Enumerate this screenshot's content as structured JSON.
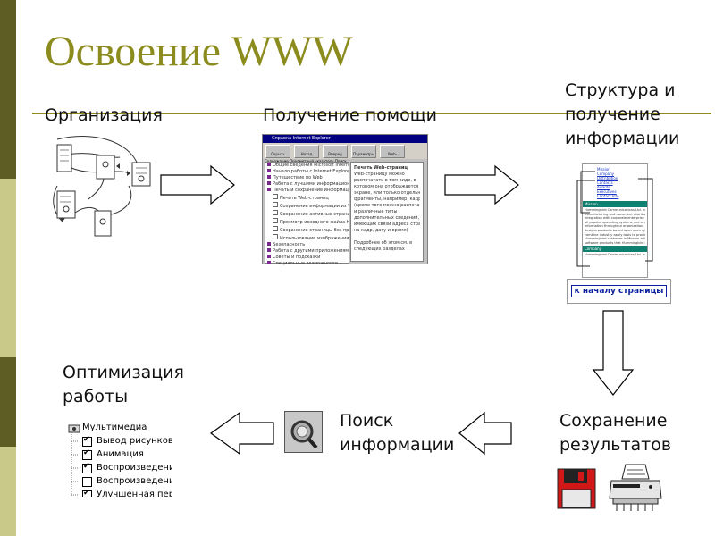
{
  "title": "Освоение WWW",
  "labels": {
    "organization": "Организация",
    "help": "Получение помощи",
    "structure": [
      "Структура и",
      "получение",
      "информации"
    ],
    "optimization": [
      "Оптимизация",
      "работы"
    ],
    "search": [
      "Поиск",
      "информации"
    ],
    "save": [
      "Сохранение",
      "результатов"
    ]
  },
  "help_window": {
    "title": "Справка Internet Explorer",
    "tools": [
      "Скрыть",
      "Назад",
      "Вперед",
      "Параметры",
      "Web-"
    ],
    "tabs": "Содержание  Предметный указатель  Поиск",
    "tree": [
      "Общие сведения Microsoft Internet Explorer",
      "Начало работы с Internet Explorer",
      "Путешествие по Web",
      "Работа с лучшими информационными материалами",
      "Печать и сохранение информации",
      "Печать Web-страниц",
      "Сохранение информации из Web-страниц",
      "Сохранение активных страниц",
      "Просмотр исходного файла HTML стр",
      "Сохранение страницы без предварите",
      "Использование изображения в качест",
      "Безопасность",
      "Работа с другими приложениями",
      "Советы и подсказки",
      "Специальные возможности"
    ],
    "article_title": "Печать Web-страниц",
    "article_text": [
      "Web-страницу можно",
      "распечатать в том виде, в",
      "котором она отображается на",
      "экране, или только отдельные ее",
      "фрагменты, например, кадры",
      "(кроме того можно распечатать",
      "и различные типы",
      "дополнительных сведений, не",
      "имеющих связи адреса страницы,",
      "на кадр, дату и время)",
      "",
      "Подробнее об этом см. в",
      "следующих разделах"
    ]
  },
  "structure_page": {
    "links": [
      "Mission",
      "Company",
      "Distribution",
      "Contacts",
      "Awards",
      "Executives",
      "Contact Info"
    ],
    "band1": "Mission",
    "text1": [
      "Hummingbird Communications Ltd. is ou",
      "manufacturing and document distribution",
      "integration with corporate enterprise netw",
      "all popular operating systems and across",
      "information throughout organization. Hum",
      "designs products based upon open system",
      "combine industry apply tools to provide",
      "Hummingbird customer in Mission with th",
      "software products that Hummingbird comb"
    ],
    "band2": "Company",
    "text2": [
      "Hummingbird Communications Ltd. is a"
    ],
    "top_button": "к началу страницы"
  },
  "multimedia": {
    "header": "Мультимедиа",
    "items": [
      {
        "label": "Вывод рисунков",
        "checked": true
      },
      {
        "label": "Анимация",
        "checked": true
      },
      {
        "label": "Воспроизведение звуков",
        "checked": true
      },
      {
        "label": "Воспроизведение видео",
        "checked": false
      },
      {
        "label": "Улучшенная передача",
        "checked": true
      }
    ]
  },
  "icons": [
    "documents-network-icon",
    "floppy-disk-icon",
    "printer-icon",
    "search-magnifier-icon"
  ],
  "colors": {
    "title": "#8c8c1e",
    "rule": "#8c8c1e",
    "strip_dark": "#5e5e24",
    "strip_light": "#c9c98a"
  }
}
